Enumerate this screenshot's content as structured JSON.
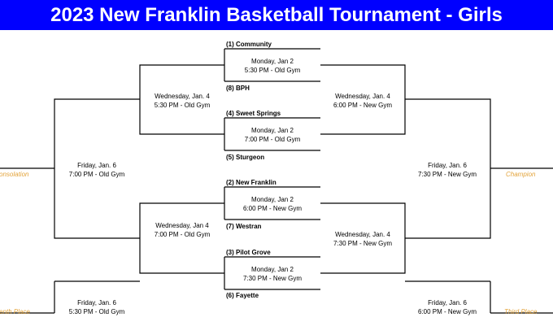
{
  "title": "2023 New Franklin Basketball Tournament - Girls",
  "colors": {
    "header_bg": "#0000ff",
    "result_label": "#e3a33a"
  },
  "first_round": [
    {
      "team_top": "(1) Community",
      "date": "Monday, Jan 2",
      "time": "5:30 PM - Old Gym",
      "team_bottom": "(8) BPH"
    },
    {
      "team_top": "(4) Sweet Springs",
      "date": "Monday, Jan 2",
      "time": "7:00 PM - Old Gym",
      "team_bottom": "(5) Sturgeon"
    },
    {
      "team_top": "(2) New Franklin",
      "date": "Monday, Jan 2",
      "time": "6:00 PM - New Gym",
      "team_bottom": "(7) Westran"
    },
    {
      "team_top": "(3) Pilot Grove",
      "date": "Monday, Jan 2",
      "time": "7:30 PM - New Gym",
      "team_bottom": "(6) Fayette"
    }
  ],
  "consolation_semis": [
    {
      "date": "Wednesday, Jan. 4",
      "time": "5:30 PM - Old Gym"
    },
    {
      "date": "Wednesday, Jan 4",
      "time": "7:00 PM - Old Gym"
    }
  ],
  "championship_semis": [
    {
      "date": "Wednesday, Jan. 4",
      "time": "6:00 PM - New Gym"
    },
    {
      "date": "Wednesday, Jan. 4",
      "time": "7:30 PM - New Gym"
    }
  ],
  "consolation_final": {
    "date": "Friday, Jan. 6",
    "time": "7:00 PM - Old Gym",
    "label": "onsolation"
  },
  "seventh_place": {
    "date": "Friday, Jan. 6",
    "time": "5:30 PM - Old Gym",
    "label": "enth Place"
  },
  "championship_final": {
    "date": "Friday, Jan. 6",
    "time": "7:30 PM - New Gym",
    "label": "Champion"
  },
  "third_place": {
    "date": "Friday, Jan. 6",
    "time": "6:00 PM - New Gym",
    "label": "Third Place"
  }
}
